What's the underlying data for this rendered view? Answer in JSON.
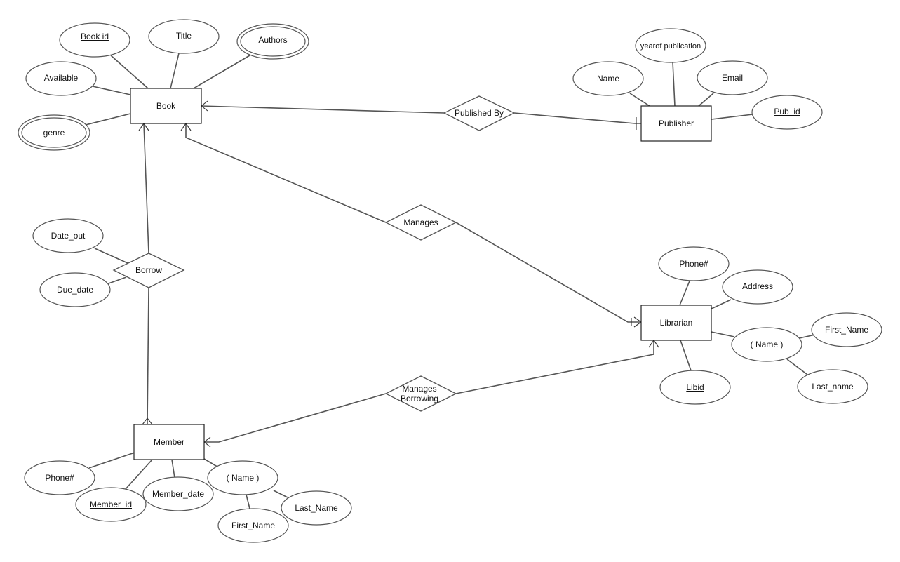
{
  "entities": {
    "book": "Book",
    "publisher": "Publisher",
    "librarian": "Librarian",
    "member": "Member"
  },
  "relationships": {
    "published_by": "Published By",
    "manages": "Manages",
    "borrow": "Borrow",
    "manages_borrowing_line1": "Manages",
    "manages_borrowing_line2": "Borrowing"
  },
  "attributes": {
    "book_id": "Book id",
    "title": "Title",
    "authors": "Authors",
    "available": "Available",
    "genre": "genre",
    "pub_year": "yearof publication",
    "pub_name": "Name",
    "pub_email": "Email",
    "pub_id": "Pub_id",
    "date_out": "Date_out",
    "due_date": "Due_date",
    "lib_phone": "Phone#",
    "lib_address": "Address",
    "lib_name": "( Name )",
    "lib_first_name": "First_Name",
    "lib_last_name": "Last_name",
    "lib_id": "Libid",
    "mem_phone": "Phone#",
    "mem_id": "Member_id",
    "mem_date": "Member_date",
    "mem_name": "( Name )",
    "mem_first_name": "First_Name",
    "mem_last_name": "Last_Name"
  }
}
